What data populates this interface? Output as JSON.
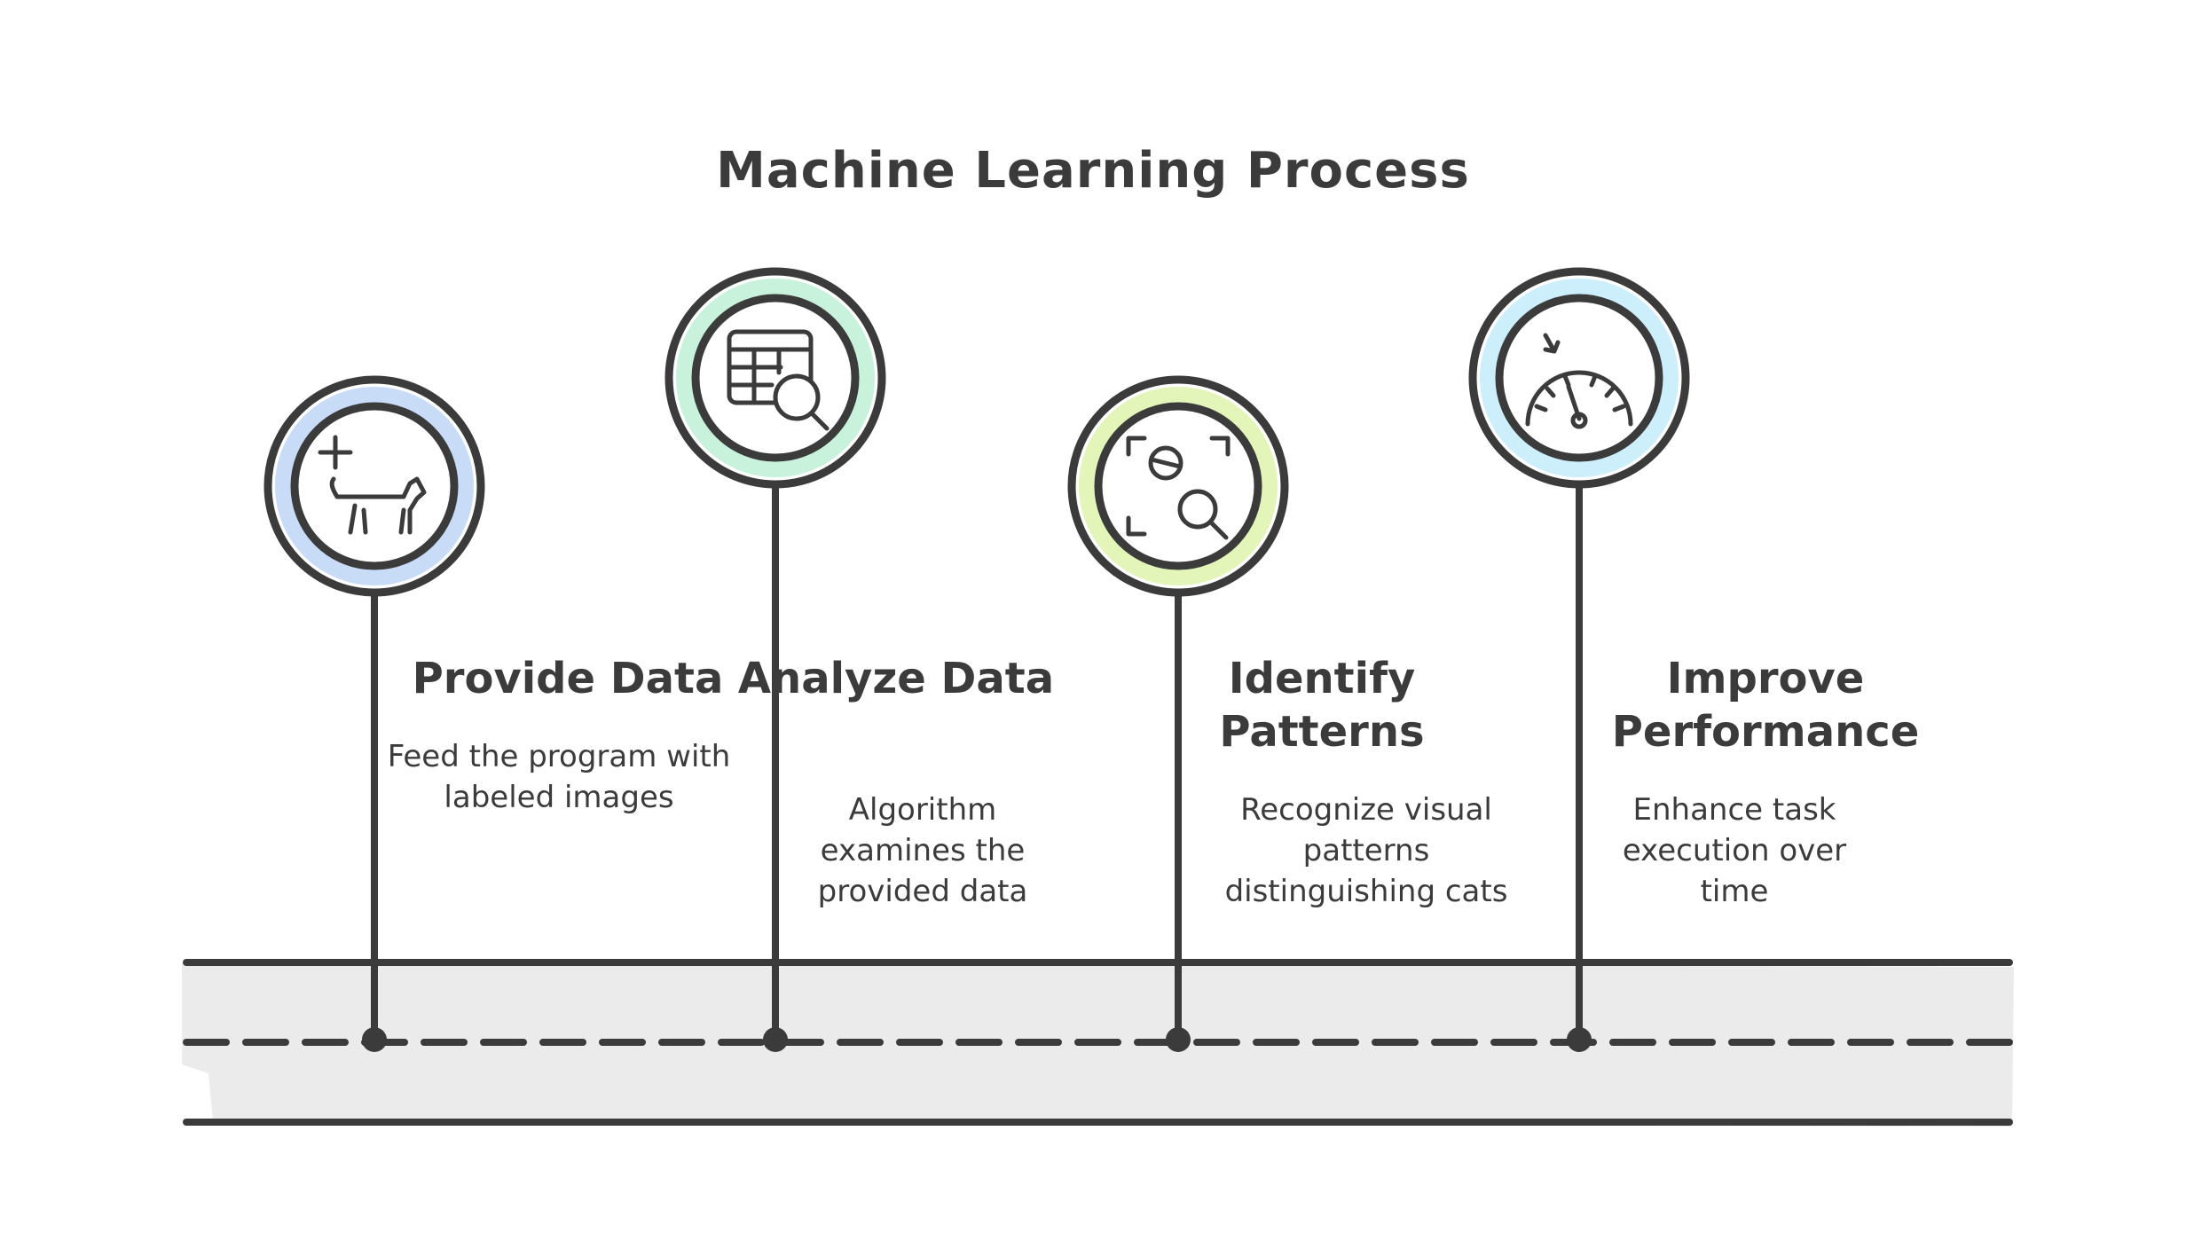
{
  "title": "Machine Learning Process",
  "steps": [
    {
      "title": "Provide Data",
      "description": "Feed the program with labeled images",
      "icon": "dog-plus-icon",
      "accent": "#c9dcf7"
    },
    {
      "title": "Analyze Data",
      "description": "Algorithm examines the provided data",
      "icon": "table-search-icon",
      "accent": "#c8f2dc"
    },
    {
      "title": "Identify Patterns",
      "description": "Recognize visual patterns distinguishing cats",
      "icon": "pattern-scan-icon",
      "accent": "#e3f5b8"
    },
    {
      "title": "Improve Performance",
      "description": "Enhance task execution over time",
      "icon": "speedometer-icon",
      "accent": "#cdeefb"
    }
  ],
  "colors": {
    "stroke": "#3b3b3b",
    "track": "#ebebeb",
    "text": "#3b3b3b"
  }
}
